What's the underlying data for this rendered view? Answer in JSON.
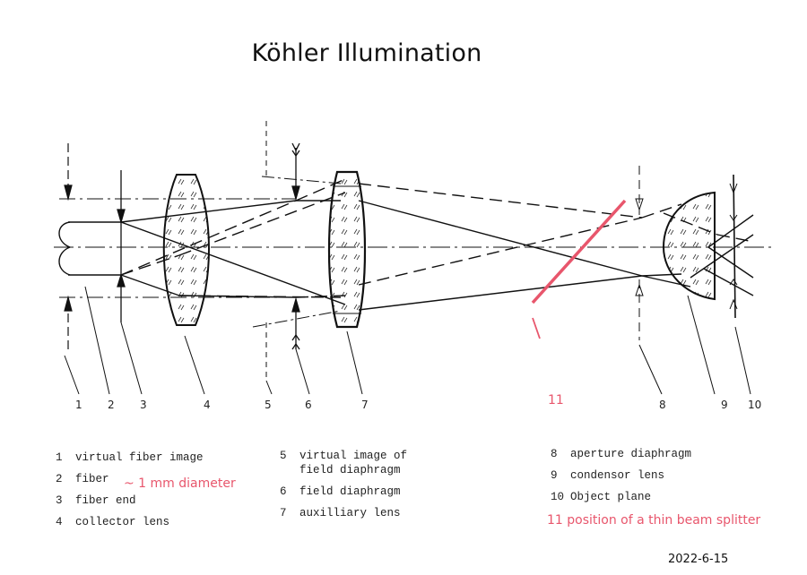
{
  "title": "Köhler Illumination",
  "date": "2022-6-15",
  "colors": {
    "ink": "#111111",
    "annotation": "#e8566c"
  },
  "diagram_labels": [
    "1",
    "2",
    "3",
    "4",
    "5",
    "6",
    "7",
    "8",
    "9",
    "10"
  ],
  "beam_splitter_label": "11",
  "legend": {
    "col1": [
      {
        "num": "1",
        "text": "virtual fiber image"
      },
      {
        "num": "2",
        "text": "fiber"
      },
      {
        "num": "3",
        "text": "fiber end"
      },
      {
        "num": "4",
        "text": "collector lens"
      }
    ],
    "col2": [
      {
        "num": "5",
        "text": "virtual image of",
        "text2": "field diaphragm"
      },
      {
        "num": "6",
        "text": "field diaphragm"
      },
      {
        "num": "7",
        "text": "auxilliary lens"
      }
    ],
    "col3": [
      {
        "num": "8",
        "text": "aperture diaphragm"
      },
      {
        "num": "9",
        "text": "condensor lens"
      },
      {
        "num": "10",
        "text": "Object plane"
      }
    ]
  },
  "annotations": {
    "fiber_note": "~ 1 mm diameter",
    "beam_splitter_note": "11 position of a thin beam splitter"
  }
}
